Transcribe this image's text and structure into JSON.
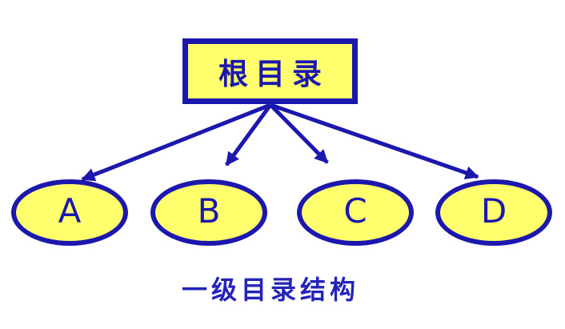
{
  "diagram": {
    "title": "一级目录结构",
    "root": {
      "label": "根目录"
    },
    "children": [
      {
        "label": "A"
      },
      {
        "label": "B"
      },
      {
        "label": "C"
      },
      {
        "label": "D"
      }
    ],
    "caption": "一级目录结构",
    "colors": {
      "node_fill": "#ffff6e",
      "node_border": "#1c17ad",
      "arrow": "#1c17ad",
      "text": "#1c17ad",
      "caption_text": "#2424bb",
      "background": "#ffffff"
    }
  }
}
